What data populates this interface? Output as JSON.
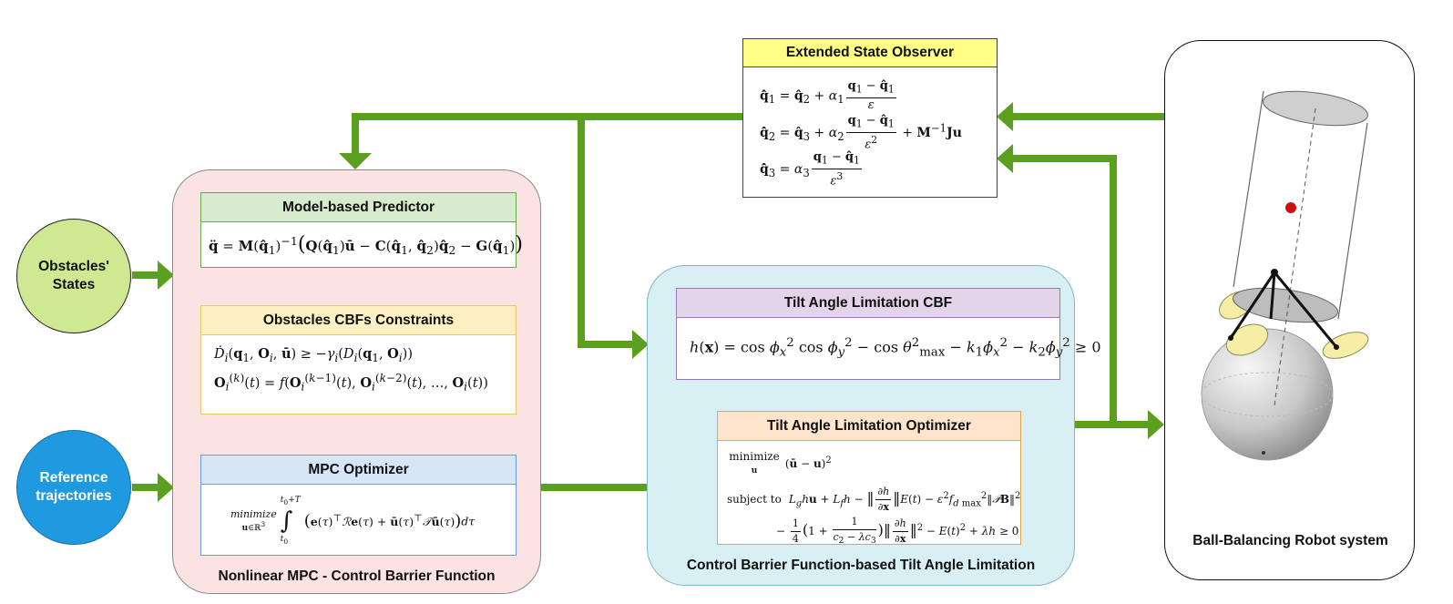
{
  "colors": {
    "arrow": "#5aa01e",
    "nmpc_bg": "#fbe3e3",
    "cbf_bg": "#d8f0f3",
    "obstacles_circle": "#cfe992",
    "reference_circle": "#1f9ae0",
    "observer_header": "#ffff88",
    "predictor_header": "#d7ebcf",
    "constraints_header": "#fff0c4",
    "mpc_header": "#d7e6f7",
    "cbf_header": "#e3d4ea",
    "optimizer_header": "#fde4cc"
  },
  "inputs": {
    "obstacles": {
      "line1": "Obstacles'",
      "line2": "States"
    },
    "reference": {
      "line1": "Reference",
      "line2": "trajectories"
    }
  },
  "nmpc": {
    "label": "Nonlinear MPC - Control Barrier Function",
    "predictor": {
      "title": "Model-based Predictor"
    },
    "constraints": {
      "title": "Obstacles CBFs Constraints"
    },
    "mpc": {
      "title": "MPC Optimizer"
    }
  },
  "cbf": {
    "label": "Control Barrier Function-based Tilt Angle Limitation",
    "cbf_box": {
      "title": "Tilt Angle Limitation CBF"
    },
    "optimizer": {
      "title": "Tilt Angle Limitation Optimizer",
      "minimize": "minimize",
      "subject_to": "subject to"
    }
  },
  "observer": {
    "title": "Extended State Observer"
  },
  "robot": {
    "label": "Ball-Balancing Robot system"
  }
}
